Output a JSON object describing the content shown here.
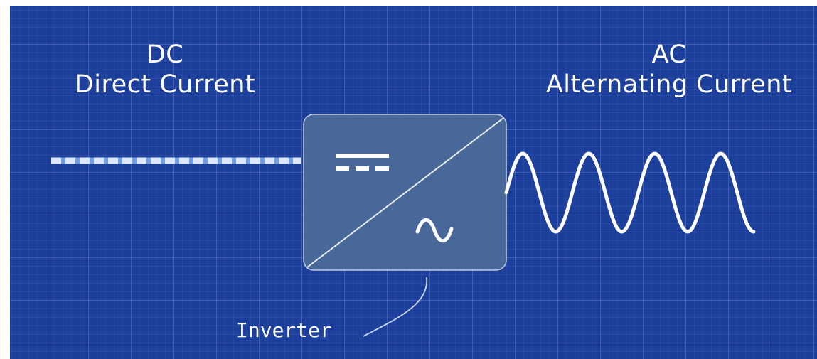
{
  "dc": {
    "abbr": "DC",
    "name": "Direct Current"
  },
  "ac": {
    "abbr": "AC",
    "name": "Alternating Current"
  },
  "inverter": {
    "label": "Inverter",
    "dc_symbol_icon": "dc-symbol-icon",
    "ac_symbol_icon": "sine-wave-icon"
  },
  "colors": {
    "background": "#1d3f9c",
    "box_fill": "#4a6a9a",
    "dc_line_light": "#dde8ff",
    "dc_line_accent": "#6f9fe8",
    "wave": "#ffffff"
  }
}
